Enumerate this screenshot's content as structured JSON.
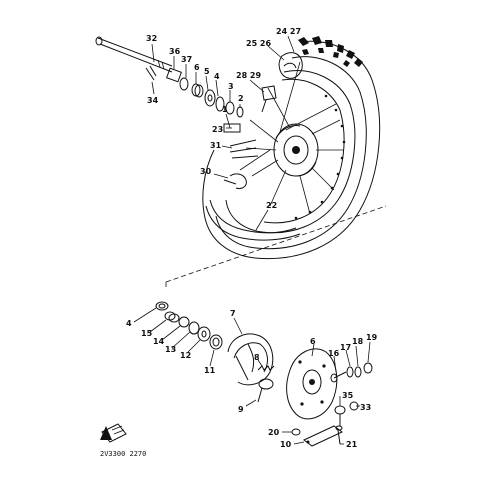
{
  "labels": {
    "l1": "32",
    "l2": "36",
    "l3": "37",
    "l4": "6",
    "l5": "5",
    "l6": "4",
    "l7": "3",
    "l8": "2",
    "l9": "34",
    "l10": "1",
    "l11": "23",
    "l12": "31",
    "l13": "30",
    "l14": "22",
    "l15": "25 26",
    "l16": "24 27",
    "l17": "28 29",
    "l18": "4",
    "l19": "15",
    "l20": "14",
    "l21": "13",
    "l22": "12",
    "l23": "11",
    "l24": "7",
    "l25": "8",
    "l26": "9",
    "l27": "16",
    "l28": "17",
    "l29": "18",
    "l30": "19",
    "l31": "35",
    "l32": "33",
    "l33": "20",
    "l34": "10",
    "l35": "21"
  },
  "footer_code": "2V3300 2270"
}
